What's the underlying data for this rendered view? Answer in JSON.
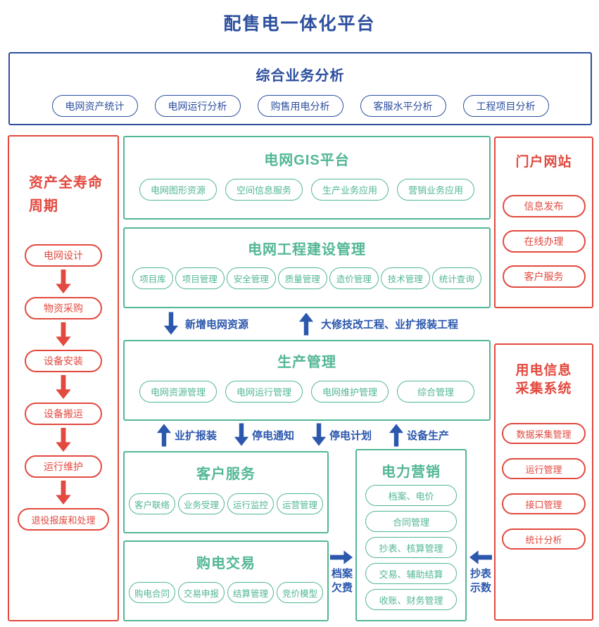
{
  "title": "配售电一体化平台",
  "colors": {
    "blue": "#2d4f9e",
    "arrow_blue": "#2b57ad",
    "green": "#52b794",
    "red": "#e2493f"
  },
  "analysis": {
    "title": "综合业务分析",
    "pills": [
      "电网资产统计",
      "电网运行分析",
      "购售用电分析",
      "客服水平分析",
      "工程项目分析"
    ]
  },
  "lifecycle": {
    "title_line1": "资产全寿命",
    "title_line2": "周期",
    "steps": [
      "电网设计",
      "物资采购",
      "设备安装",
      "设备搬运",
      "运行维护",
      "退役报废和处理"
    ]
  },
  "gis": {
    "title": "电网GIS平台",
    "pills": [
      "电网图形资源",
      "空间信息服务",
      "生产业务应用",
      "营销业务应用"
    ]
  },
  "construction": {
    "title": "电网工程建设管理",
    "pills": [
      "项目库",
      "项目管理",
      "安全管理",
      "质量管理",
      "造价管理",
      "技术管理",
      "统计查询"
    ]
  },
  "production": {
    "title": "生产管理",
    "pills": [
      "电网资源管理",
      "电网运行管理",
      "电网维护管理",
      "综合管理"
    ]
  },
  "customer": {
    "title": "客户服务",
    "pills": [
      "客户联络",
      "业务受理",
      "运行监控",
      "运营管理"
    ]
  },
  "purchase": {
    "title": "购电交易",
    "pills": [
      "购电合同",
      "交易申报",
      "结算管理",
      "竞价模型"
    ]
  },
  "marketing": {
    "title": "电力营销",
    "pills": [
      "档案、电价",
      "合同管理",
      "抄表、核算管理",
      "交易、辅助结算",
      "收账、财务管理"
    ]
  },
  "portal": {
    "title": "门户网站",
    "pills": [
      "信息发布",
      "在线办理",
      "客户服务"
    ]
  },
  "metering": {
    "title_line1": "用电信息",
    "title_line2": "采集系统",
    "pills": [
      "数据采集管理",
      "运行管理",
      "接口管理",
      "统计分析"
    ]
  },
  "flows": {
    "new_grid_resource": "新增电网资源",
    "overhaul_expansion": "大修技改工程、业扩报装工程",
    "expansion_report": "业扩报装",
    "outage_notice": "停电通知",
    "outage_plan": "停电计划",
    "equipment_production": "设备生产",
    "archive": "档案",
    "arrears": "欠费",
    "meter_reading": "抄表",
    "reading_value": "示数"
  }
}
